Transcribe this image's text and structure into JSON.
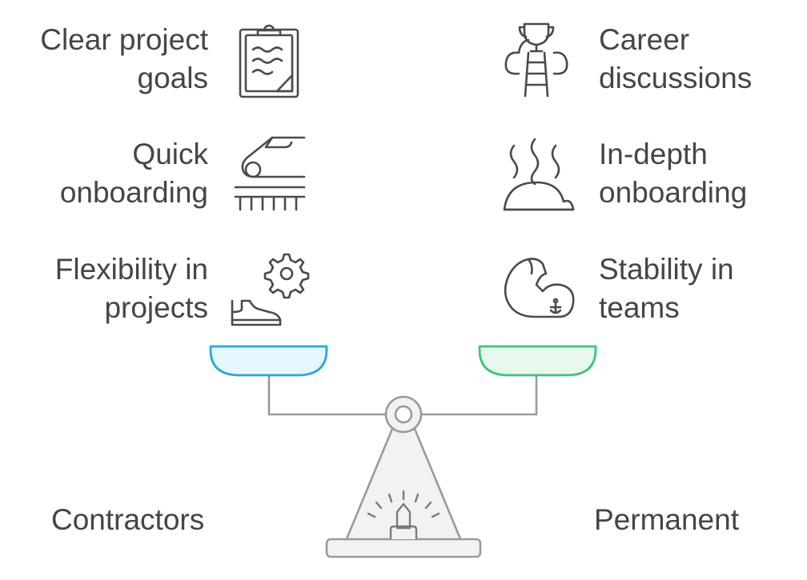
{
  "left_items": [
    {
      "line1": "Clear project",
      "line2": "goals",
      "icon": "clipboard-icon"
    },
    {
      "line1": "Quick",
      "line2": "onboarding",
      "icon": "bullet-train-icon"
    },
    {
      "line1": "Flexibility in",
      "line2": "projects",
      "icon": "gear-shoe-icon"
    }
  ],
  "right_items": [
    {
      "line1": "Career",
      "line2": "discussions",
      "icon": "trophy-ladder-icon"
    },
    {
      "line1": "In-depth",
      "line2": "onboarding",
      "icon": "hot-spring-icon"
    },
    {
      "line1": "Stability in",
      "line2": "teams",
      "icon": "flexed-arm-anchor-icon"
    }
  ],
  "left_side_label": "Contractors",
  "right_side_label": "Permanent",
  "colors": {
    "left_pan_stroke": "#29a8e0",
    "left_pan_fill": "#e6f6fd",
    "right_pan_stroke": "#3cc47c",
    "right_pan_fill": "#e8f8ee",
    "structure_stroke": "#9a9a9a",
    "structure_fill": "#f2f2f2"
  }
}
